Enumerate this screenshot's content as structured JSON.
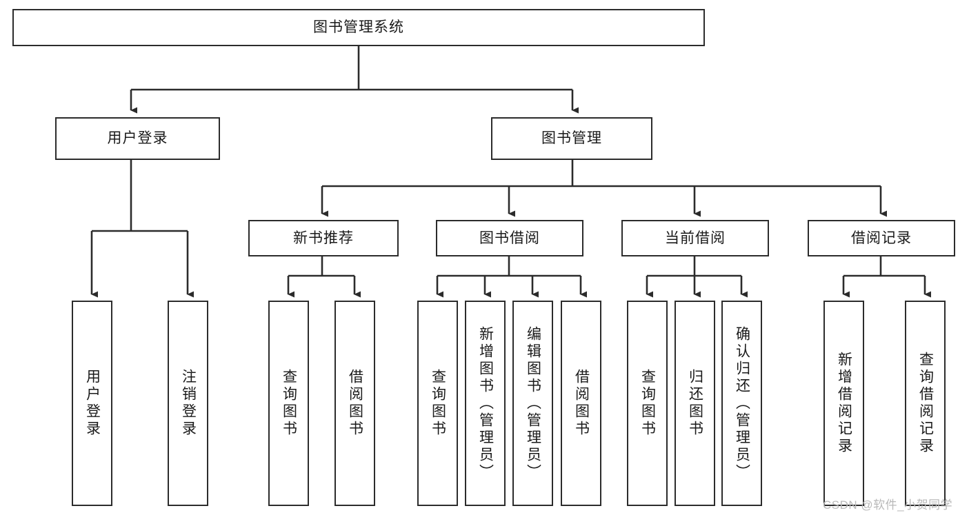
{
  "diagram": {
    "title": "图书管理系统",
    "type": "tree-hierarchy",
    "orientation": "top-down",
    "colors": {
      "background": "#ffffff",
      "box_border": "#2b2b2b",
      "box_fill": "#ffffff",
      "edge": "#2b2b2b",
      "text": "#1a1a1a",
      "watermark": "#b9b9b9"
    },
    "nodes": {
      "root": {
        "label": "图书管理系统",
        "orientation": "horizontal"
      },
      "level2": [
        {
          "label": "用户登录",
          "orientation": "horizontal"
        },
        {
          "label": "图书管理",
          "orientation": "horizontal"
        }
      ],
      "level3": [
        {
          "label": "新书推荐",
          "orientation": "horizontal"
        },
        {
          "label": "图书借阅",
          "orientation": "horizontal"
        },
        {
          "label": "当前借阅",
          "orientation": "horizontal"
        },
        {
          "label": "借阅记录",
          "orientation": "horizontal"
        }
      ],
      "leaves": {
        "user_login": [
          {
            "label": "用户登录",
            "orientation": "vertical"
          },
          {
            "label": "注销登录",
            "orientation": "vertical"
          }
        ],
        "new_book_recommend": [
          {
            "label": "查询图书",
            "orientation": "vertical"
          },
          {
            "label": "借阅图书",
            "orientation": "vertical"
          }
        ],
        "book_borrow": [
          {
            "label": "查询图书",
            "orientation": "vertical"
          },
          {
            "label": "新增图书（管理员）",
            "orientation": "vertical"
          },
          {
            "label": "编辑图书（管理员）",
            "orientation": "vertical"
          },
          {
            "label": "借阅图书",
            "orientation": "vertical"
          }
        ],
        "current_borrow": [
          {
            "label": "查询图书",
            "orientation": "vertical"
          },
          {
            "label": "归还图书",
            "orientation": "vertical"
          },
          {
            "label": "确认归还（管理员）",
            "orientation": "vertical"
          }
        ],
        "borrow_record": [
          {
            "label": "新增借阅记录",
            "orientation": "vertical"
          },
          {
            "label": "查询借阅记录",
            "orientation": "vertical"
          }
        ]
      }
    },
    "watermark": "CSDN @软件_小贺同学"
  }
}
